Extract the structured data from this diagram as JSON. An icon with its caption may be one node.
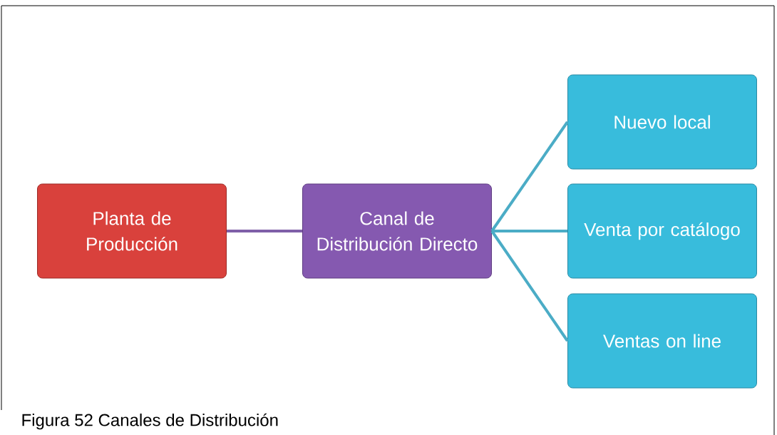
{
  "diagram": {
    "caption": "Figura 52 Canales de Distribución",
    "nodes": [
      {
        "text": [
          "Planta de Producción"
        ]
      },
      {
        "text": [
          "Canal de Distribución Directo"
        ]
      },
      {
        "text": [
          "Nuevo local"
        ]
      },
      {
        "text": [
          "Venta por catálogo"
        ]
      },
      {
        "text": [
          "Ventas on line"
        ]
      }
    ],
    "edges": [
      {
        "from": 0,
        "to": 1,
        "arrow": "none",
        "color": "#7f5fa8"
      },
      {
        "from": 1,
        "to": 2,
        "arrow": "none"
      },
      {
        "from": 1,
        "to": 3,
        "arrow": "none"
      },
      {
        "from": 1,
        "to": 4,
        "arrow": "none"
      }
    ]
  }
}
